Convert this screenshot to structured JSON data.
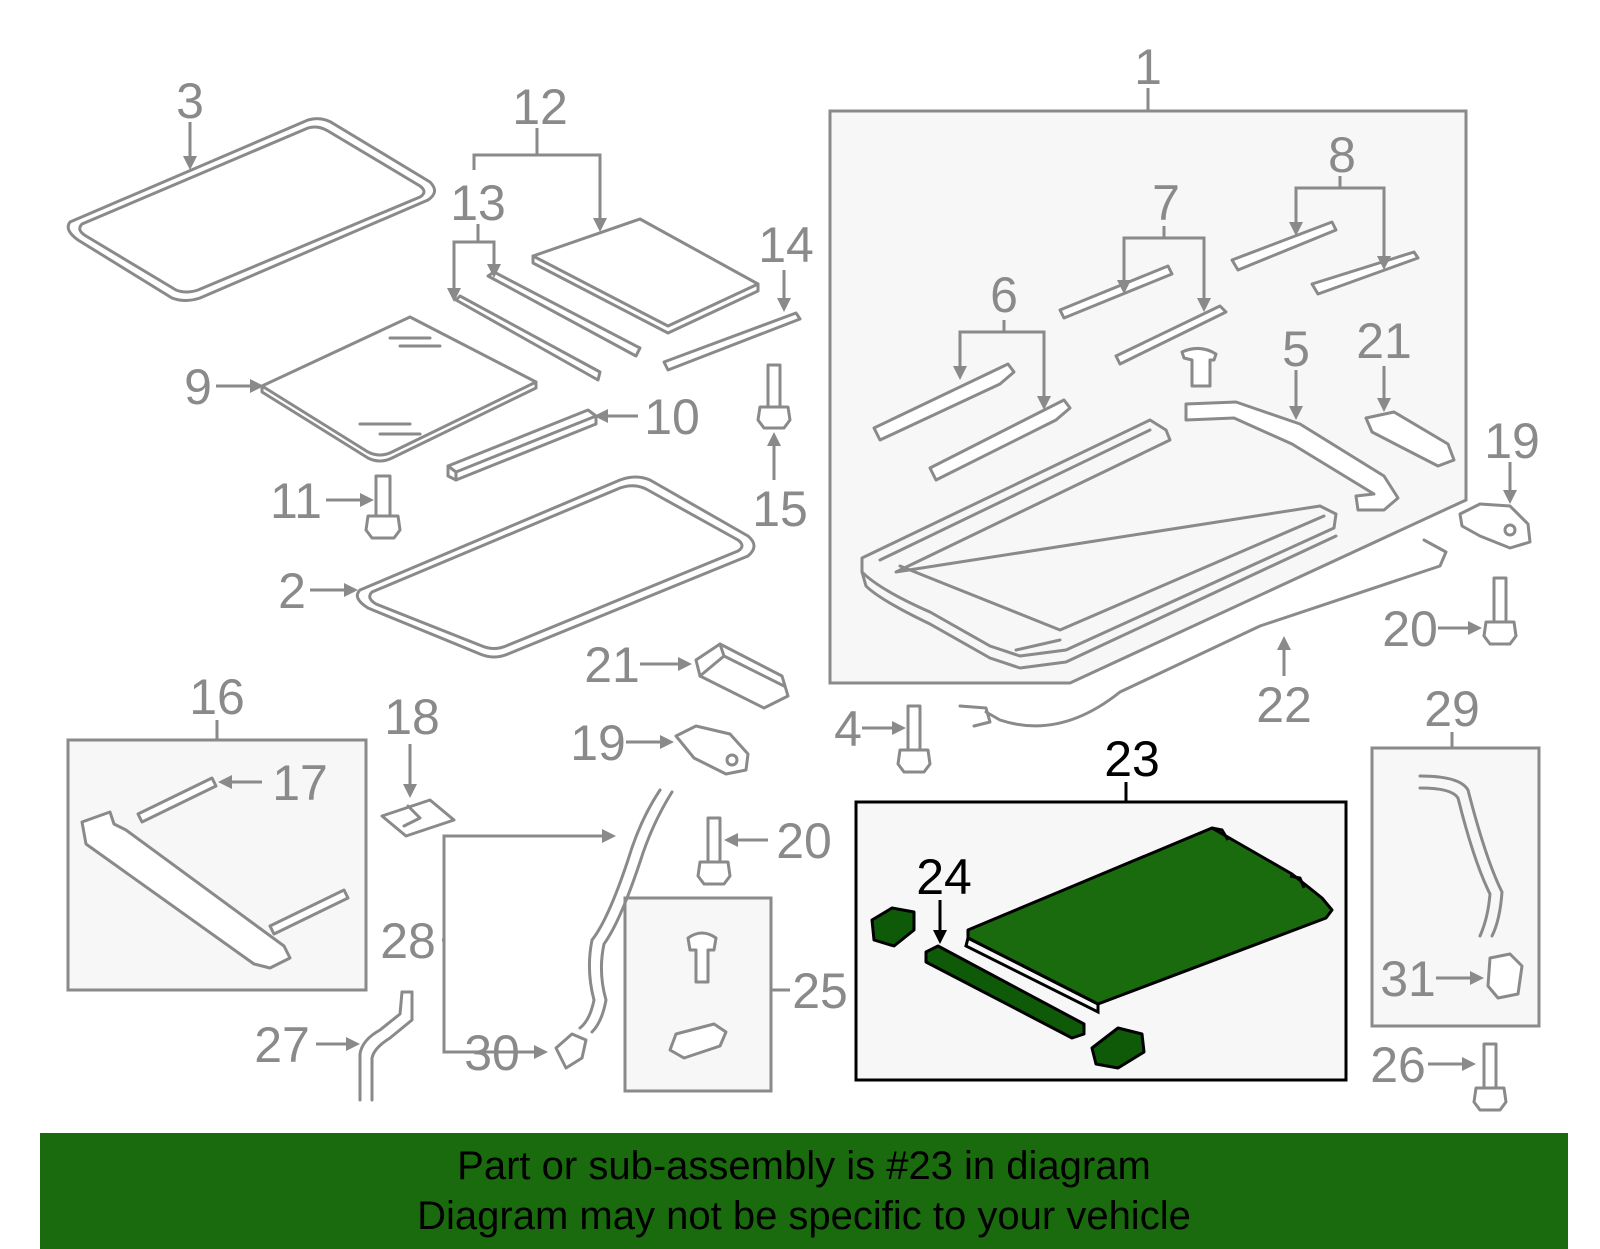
{
  "callouts": {
    "n1": "1",
    "n2": "2",
    "n3": "3",
    "n4": "4",
    "n5": "5",
    "n6": "6",
    "n7": "7",
    "n8": "8",
    "n9": "9",
    "n10": "10",
    "n11": "11",
    "n12": "12",
    "n13": "13",
    "n14": "14",
    "n15": "15",
    "n16": "16",
    "n17": "17",
    "n18": "18",
    "n19a": "19",
    "n19b": "19",
    "n20a": "20",
    "n20b": "20",
    "n21a": "21",
    "n21b": "21",
    "n22": "22",
    "n23": "23",
    "n24": "24",
    "n25": "25",
    "n26": "26",
    "n27": "27",
    "n28": "28",
    "n29": "29",
    "n30": "30",
    "n31": "31"
  },
  "highlight": {
    "part_number": "23",
    "color": "#1a6b0e"
  },
  "banner": {
    "line1": "Part or sub-assembly is #23 in diagram",
    "line2": "Diagram may not be specific to your vehicle"
  }
}
